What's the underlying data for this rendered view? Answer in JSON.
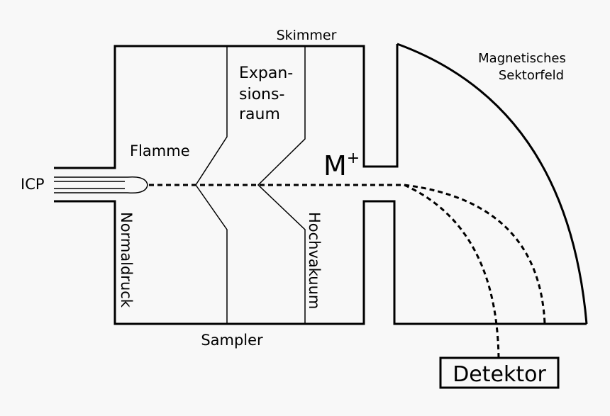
{
  "labels": {
    "skimmer": "Skimmer",
    "magnet_line1": "Magnetisches",
    "magnet_line2": "Sektorfeld",
    "expansion_line1": "Expan-",
    "expansion_line2": "sions-",
    "expansion_line3": "raum",
    "flamme": "Flamme",
    "ion": "M",
    "ion_charge": "+",
    "icp": "ICP",
    "normaldruck": "Normaldruck",
    "hochvakuum": "Hochvakuum",
    "sampler": "Sampler",
    "detektor": "Detektor"
  }
}
